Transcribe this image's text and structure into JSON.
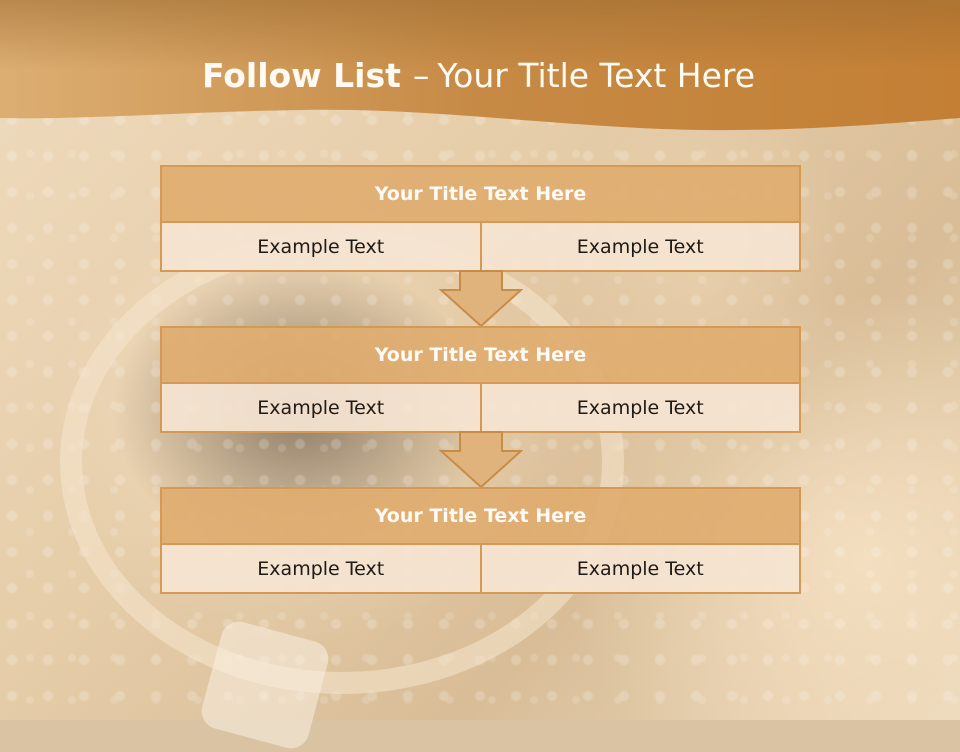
{
  "slide": {
    "title_bold": "Follow List",
    "title_separator": "–",
    "title_rest": "Your Title Text Here"
  },
  "stages": [
    {
      "title": "Your Title Text Here",
      "left": "Example Text",
      "right": "Example Text"
    },
    {
      "title": "Your Title Text Here",
      "left": "Example Text",
      "right": "Example Text"
    },
    {
      "title": "Your Title Text Here",
      "left": "Example Text",
      "right": "Example Text"
    }
  ],
  "colors": {
    "header_band": "#c8853b",
    "box_border": "#d49a55",
    "box_header_fill": "#dfac70",
    "box_row_fill": "#f5e4d2",
    "arrow_fill": "#e0b27c"
  }
}
